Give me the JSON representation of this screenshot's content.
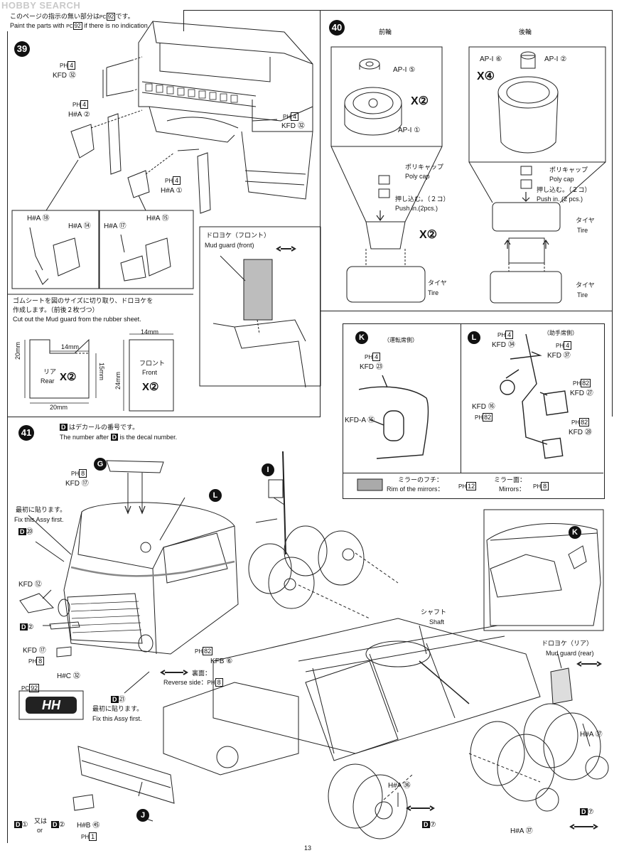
{
  "watermark": "HOBBY SEARCH",
  "header": {
    "jp": "このページの指示の無い部分は",
    "jp_code": "PC",
    "jp_num": "92",
    "jp_tail": "です。",
    "en_pre": "Paint the parts with",
    "en_code": "PC",
    "en_num": "92",
    "en_tail": "if there is no indication."
  },
  "steps": {
    "s39": "39",
    "s40": "40",
    "s41": "41"
  },
  "step39": {
    "labels": [
      {
        "id": "ph4-a",
        "code": "PH",
        "num": "4"
      },
      {
        "id": "kfd32-a",
        "text": "KFD ㉜"
      },
      {
        "id": "ph4-b",
        "code": "PH",
        "num": "4"
      },
      {
        "id": "ha2",
        "text": "H#A ②"
      },
      {
        "id": "ph4-c",
        "code": "PH",
        "num": "4"
      },
      {
        "id": "kfd32-b",
        "text": "KFD ㉜"
      },
      {
        "id": "ph4-d",
        "code": "PH",
        "num": "4"
      },
      {
        "id": "ha1",
        "text": "H#A ①"
      }
    ],
    "detail_left": {
      "a": "H#A ⑱",
      "b": "H#A ⑭"
    },
    "detail_right": {
      "a": "H#A ⑰",
      "b": "H#A ⑮"
    },
    "mud_front_jp": "ドロヨケ（フロント）",
    "mud_front_en": "Mud guard (front)"
  },
  "rubber": {
    "jp1": "ゴムシートを図のサイズに切り取り、ドロヨケを",
    "jp2": "作成します。（前後２枚づつ）",
    "en": "Cut out the Mud guard from the rubber sheet.",
    "rear_w_top": "14mm",
    "rear_h": "20mm",
    "rear_h2": "15mm",
    "rear_w_bottom": "20mm",
    "rear_jp": "リア",
    "rear_en": "Rear",
    "rear_x": "X②",
    "front_w": "14mm",
    "front_h": "24mm",
    "front_jp": "フロント",
    "front_en": "Front",
    "front_x": "X②"
  },
  "step40": {
    "front_title": "前輪",
    "rear_title": "後輪",
    "ap5": "AP-I ⑤",
    "ap1": "AP-I ①",
    "ap6": "AP-I ⑥",
    "ap2": "AP-I ②",
    "x2": "X②",
    "x4": "X④",
    "polycap_jp": "ポリキャップ",
    "polycap_en": "Poly cap",
    "push_jp": "押し込む。（２コ）",
    "push_en_l": "Push in.(2pcs.)",
    "push_en_r": "Push in. (2 pcs.)",
    "tire_jp": "タイヤ",
    "tire_en": "Tire"
  },
  "stepKL": {
    "k_badge": "K",
    "k_title": "（運転席側）",
    "k_ph": {
      "code": "PH",
      "num": "4"
    },
    "k_kfd23": "KFD ㉓",
    "k_kfda15": "KFD-A ⑮",
    "l_badge": "L",
    "l_title": "（助手席側）",
    "l_ph4a": {
      "code": "PH",
      "num": "4"
    },
    "l_kfd34": "KFD ㉞",
    "l_ph4b": {
      "code": "PH",
      "num": "4"
    },
    "l_kfd37": "KFD ㊲",
    "l_ph82a": {
      "code": "PH",
      "num": "82"
    },
    "l_kfd27": "KFD ㉗",
    "l_kfd16": "KFD ⑯",
    "l_ph82b": {
      "code": "PH",
      "num": "82"
    },
    "l_ph82c": {
      "code": "PH",
      "num": "82"
    },
    "l_kfd28": "KFD ㉘",
    "legend_rim_jp": "ミラーのフチ：",
    "legend_rim_en": "Rim of the mirrors：",
    "legend_rim_code": {
      "code": "PH",
      "num": "12"
    },
    "legend_mir_jp": "ミラー面：",
    "legend_mir_en": "Mirrors：",
    "legend_mir_code": {
      "code": "PH",
      "num": "8"
    }
  },
  "step41": {
    "decal_jp_pre": "D",
    "decal_jp": "はデカールの番号です。",
    "decal_en_pre": "The number after",
    "decal_en_d": "D",
    "decal_en_post": "is the decal number.",
    "G": "G",
    "ph8_g": {
      "code": "PH",
      "num": "8"
    },
    "kfd17_g": "KFD ⑰",
    "first_jp": "最初に貼ります。",
    "first_en": "Fix this Assy first.",
    "d20": "⑳",
    "kfd12": "KFD ⑫",
    "d2": "②",
    "kfd17": "KFD ⑰",
    "ph8": {
      "code": "PH",
      "num": "8"
    },
    "hc72": "H#C ㉜",
    "pc92": {
      "code": "PC",
      "num": "92"
    },
    "logo": "HH",
    "ph82_kfb": {
      "code": "PH",
      "num": "82"
    },
    "kfb6": "KFB ⑥",
    "reverse_jp": "裏面：",
    "reverse_en": "Reverse side：",
    "reverse_code": {
      "code": "PH",
      "num": "8"
    },
    "d21": "㉑",
    "first2_jp": "最初に貼ります。",
    "first2_en": "Fix this Assy first.",
    "I": "I",
    "L": "L",
    "K": "K",
    "J": "J",
    "shaft_jp": "シャフト",
    "shaft_en": "Shaft",
    "mud_rear_jp": "ドロヨケ（リア）",
    "mud_rear_en": "Mud guard (rear)",
    "ha37_a": "H#A ㊲",
    "d7_a": "⑦",
    "ha36": "H#A ㊱",
    "d7_b": "⑦",
    "ha37_b": "H#A ㊲",
    "d1": "①",
    "or_jp": "又は",
    "or_en": "or",
    "d2b": "②",
    "hb55": "H#B ㊺",
    "ph1": {
      "code": "PH",
      "num": "1"
    }
  },
  "page_number": "13"
}
